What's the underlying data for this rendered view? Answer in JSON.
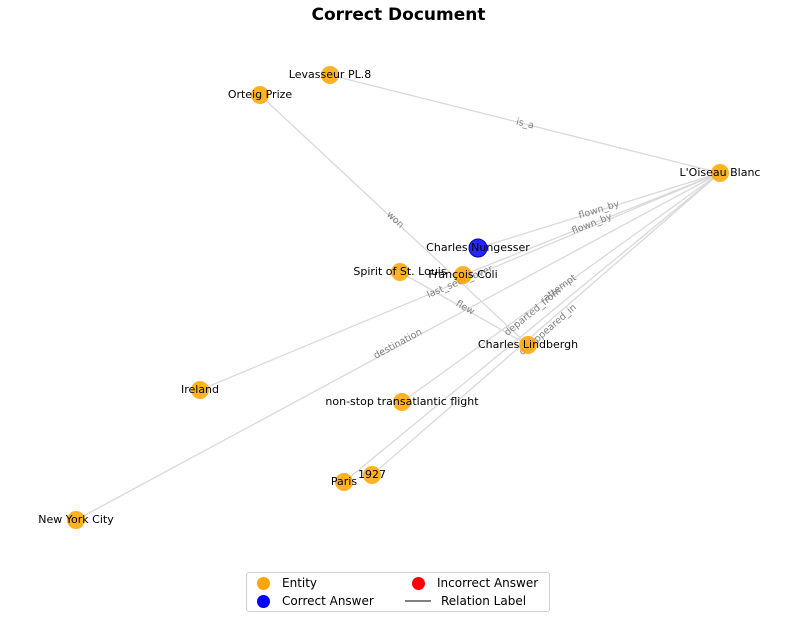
{
  "title": "Correct Document",
  "colors": {
    "entity": "#FFA500",
    "correct": "#0000FF",
    "incorrect": "#FF0000",
    "relation": "#808080",
    "edge": "#d9d9d9"
  },
  "nodes": [
    {
      "id": "levasseur",
      "label": "Levasseur PL.8",
      "type": "entity"
    },
    {
      "id": "orteig",
      "label": "Orteig Prize",
      "type": "entity"
    },
    {
      "id": "oiseau",
      "label": "L'Oiseau Blanc",
      "type": "entity"
    },
    {
      "id": "nungesser",
      "label": "Charles Nungesser",
      "type": "correct"
    },
    {
      "id": "spirit",
      "label": "Spirit of St. Louis",
      "type": "entity"
    },
    {
      "id": "coli",
      "label": "François Coli",
      "type": "entity"
    },
    {
      "id": "lindbergh",
      "label": "Charles Lindbergh",
      "type": "entity"
    },
    {
      "id": "ireland",
      "label": "Ireland",
      "type": "entity"
    },
    {
      "id": "nonstop",
      "label": "non-stop transatlantic flight",
      "type": "entity"
    },
    {
      "id": "y1927",
      "label": "1927",
      "type": "entity"
    },
    {
      "id": "paris",
      "label": "Paris",
      "type": "entity"
    },
    {
      "id": "nyc",
      "label": "New York City",
      "type": "entity"
    }
  ],
  "edges": [
    {
      "source": "levasseur",
      "target": "oiseau",
      "label": "is_a"
    },
    {
      "source": "orteig",
      "target": "lindbergh",
      "label": "won"
    },
    {
      "source": "nungesser",
      "target": "oiseau",
      "label": "flown_by"
    },
    {
      "source": "coli",
      "target": "oiseau",
      "label": "flown_by"
    },
    {
      "source": "ireland",
      "target": "oiseau",
      "label": "last_seen_over"
    },
    {
      "source": "spirit",
      "target": "lindbergh",
      "label": "flew"
    },
    {
      "source": "nyc",
      "target": "oiseau",
      "label": "destination"
    },
    {
      "source": "nonstop",
      "target": "oiseau",
      "label": "attempt"
    },
    {
      "source": "paris",
      "target": "oiseau",
      "label": "departed_from"
    },
    {
      "source": "y1927",
      "target": "oiseau",
      "label": "disappeared_in"
    }
  ],
  "legend": {
    "entity": "Entity",
    "correct": "Correct Answer",
    "incorrect": "Incorrect Answer",
    "relation": "Relation Label"
  }
}
